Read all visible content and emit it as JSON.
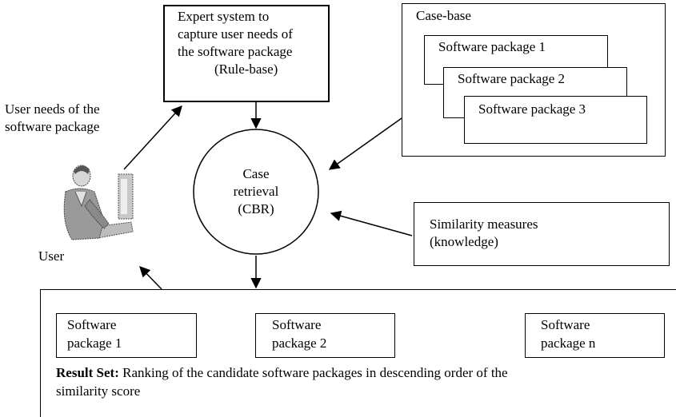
{
  "expert_system": {
    "line1": "Expert system to",
    "line2": "capture user needs of",
    "line3": "the software package",
    "line4": "(Rule-base)"
  },
  "case_base": {
    "title": "Case-base",
    "packages": [
      "Software package 1",
      "Software package 2",
      "Software package 3"
    ]
  },
  "user_needs": {
    "line1": "User needs of the",
    "line2": "software package"
  },
  "user_label": "User",
  "case_retrieval": {
    "line1": "Case",
    "line2": "retrieval",
    "line3": "(CBR)"
  },
  "similarity": {
    "line1": "Similarity measures",
    "line2": "(knowledge)"
  },
  "result": {
    "package1": {
      "line1": "Software",
      "line2": "package 1"
    },
    "package2": {
      "line1": "Software",
      "line2": "package 2"
    },
    "packagen": {
      "line1": "Software",
      "line2": "package n"
    },
    "caption_bold": "Result Set:",
    "caption_rest": " Ranking of the candidate software packages in descending order of the",
    "caption_line2": "similarity score"
  }
}
